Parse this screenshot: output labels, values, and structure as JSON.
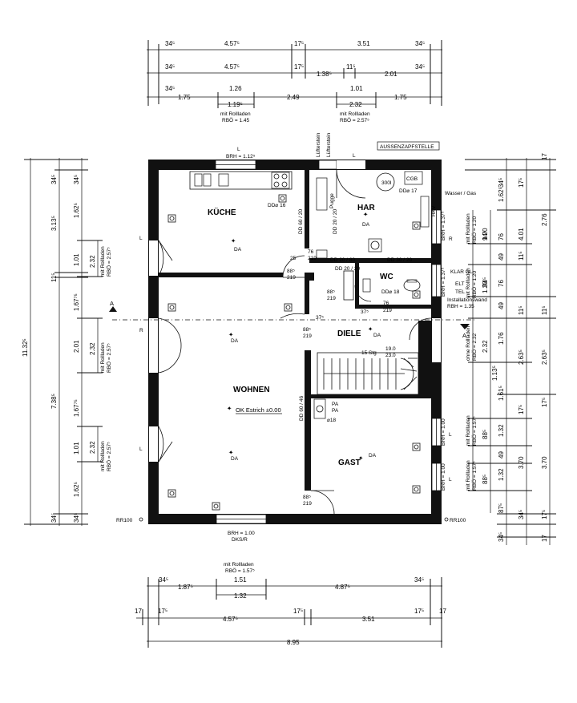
{
  "rooms": {
    "kueche": "KÜCHE",
    "har": "HAR",
    "wc": "WC",
    "wohnen": "WOHNEN",
    "diele": "DIELE",
    "gast": "GAST"
  },
  "labels": {
    "aussenzapf": "AUSSENZAPFSTELLE",
    "wasser_gas": "Wasser / Gas",
    "luefterstein1": "Lüfterstein",
    "luefterstein2": "Lüfterstein",
    "brh_top": "BRH = 1.12⁵",
    "brh_bottom": "BRH = 1.00",
    "dks": "DKS/R",
    "brh_har": "BRH = 1.37⁵",
    "brh_wc": "BRH = 1.37⁵",
    "brh_gast1": "BRH = 1.00",
    "brh_gast2": "BRH = 1.00",
    "klar_gl": "KLAR GL",
    "elt": "ELT",
    "tel": "TEL",
    "installwand": "Installationswand",
    "rbh": "RBH = 1.35",
    "ok_estrich": "OK Estrich ±0.00",
    "stairs": "15 Stg",
    "stairs_dim1": "19.0",
    "stairs_dim2": "23.0",
    "dd16": "DD⌀ 16",
    "dd17": "DD⌀ 17",
    "dd18": "DD⌀ 18",
    "dd60_20": "DD 60 / 20",
    "dd20_20": "DD 20 / 20",
    "dd20_80": "DD 20 / 80",
    "dd30_20": "DD 30 / 20",
    "dd20_20b": "DD 20 / 20",
    "dd60_46": "DD 60 / 46",
    "pugge": "Pugge",
    "boiler": "300l",
    "cgb": "CGB",
    "hkv": "HKV",
    "pa1": "PA",
    "pa2": "PA",
    "d18": "⌀18",
    "rr100_left": "RR100",
    "rr100_right": "RR100",
    "da": "DA",
    "a_left": "A",
    "a_right": "A",
    "side_L": "L",
    "side_R": "R",
    "door_88": "88⁵",
    "door_219": "219",
    "door_76": "76",
    "door_25": "25",
    "door_37": "37⁵",
    "rollladen_top_left": "mit Rollladen",
    "rbo_top_left": "RBÖ = 1.45",
    "rollladen_top_right": "mit Rollladen",
    "rbo_top_right": "RBÖ = 2.57⁵",
    "rollladen_bottom": "mit Rollladen",
    "rbo_bottom": "RBÖ = 1.57⁵",
    "rollladen_left1": "mit Rollladen",
    "rbo_left1": "RBÖ = 2.57⁵",
    "rollladen_left2": "mit Rollladen",
    "rbo_left2": "RBÖ = 2.57⁵",
    "rollladen_left3": "mit Rollladen",
    "rbo_left3": "RBÖ = 2.57⁵",
    "rollladen_right1": "mit Rollladen",
    "rbo_right1": "RBÖ = 1.20",
    "rollladen_right2": "mit Rollladen",
    "rbo_right2": "RBÖ = 1.20",
    "ohne_rollladen": "ohne Rollladen",
    "rbo_right3": "RBÖ = 2.32",
    "rollladen_right4": "mit Rollladen",
    "rbo_right4": "RBÖ = 1.57⁵",
    "rollladen_right5": "mit Rollladen",
    "rbo_right5": "RBÖ = 1.57⁵"
  },
  "dimensions": {
    "top_row1": [
      "34⁵",
      "4.57⁵",
      "17⁵",
      "3.51",
      "34⁵"
    ],
    "top_row2": [
      "34⁵",
      "4.57⁵",
      "17⁵",
      "1.38⁵",
      "11⁵",
      "2.01",
      "34⁵"
    ],
    "top_row3": [
      "34⁵",
      "1.26",
      "1.01",
      "1.75",
      "2.49",
      "1.75"
    ],
    "top_row3b": [
      "1.19⁵",
      "2.32"
    ],
    "left_outer": "11.32⁵",
    "left_col2": [
      "34⁵",
      "3.13⁵",
      "11⁵",
      "7.38⁵",
      "34⁵"
    ],
    "left_col3": [
      "34⁵",
      "1.62⁵",
      "1.01",
      "1.67⁷⁵",
      "2.01",
      "1.67⁷⁵",
      "1.01",
      "1.62⁵",
      "34⁵"
    ],
    "left_col4": [
      "2.32",
      "2.32",
      "2.32"
    ],
    "right_outer": [
      "17",
      "2.76",
      "11⁵",
      "2.63⁵",
      "17⁵",
      "3.70",
      "17⁵",
      "17"
    ],
    "right_col2": [
      "17⁵",
      "4.01",
      "11⁵",
      "2.63⁵",
      "17⁵",
      "3.70",
      "34⁵"
    ],
    "right_col3": [
      "34⁵",
      "1.62⁵",
      "76",
      "49",
      "76",
      "49",
      "1.76",
      "1.61⁵",
      "49",
      "34⁵"
    ],
    "right_col4": [
      "94⁵",
      "94⁵",
      "1.13⁵",
      "1.32",
      "1.32",
      "87⁵"
    ],
    "right_col5": [
      "1.20",
      "1.20",
      "2.32",
      "88⁵",
      "88⁵"
    ],
    "bottom_row1": [
      "34⁵",
      "1.87⁵",
      "1.51",
      "4.87⁵",
      "34⁵"
    ],
    "bottom_row1b": "1.32",
    "bottom_row2": [
      "17",
      "17⁵",
      "4.57⁵",
      "17⁵",
      "3.51",
      "17⁵",
      "17"
    ],
    "bottom_total": "8.95"
  }
}
